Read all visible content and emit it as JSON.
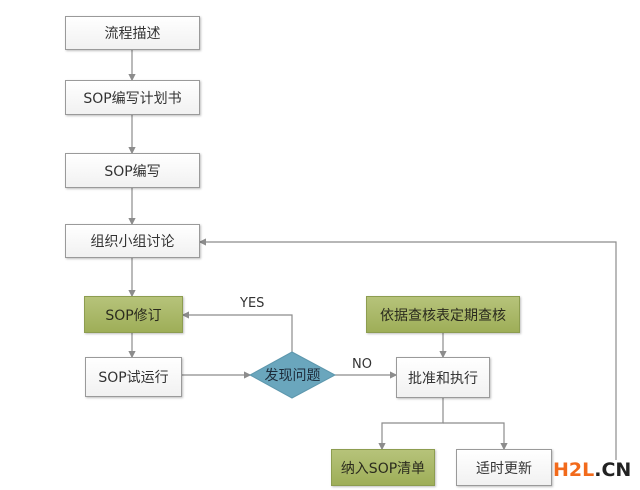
{
  "nodes": {
    "process_description": "流程描述",
    "sop_plan": "SOP编写计划书",
    "sop_writing": "SOP编写",
    "group_discussion": "组织小组讨论",
    "sop_revision": "SOP修订",
    "sop_trial": "SOP试运行",
    "find_problem": "发现问题",
    "periodic_audit": "依据查核表定期查核",
    "approve_execute": "批准和执行",
    "add_to_list": "纳入SOP清单",
    "timely_update": "适时更新"
  },
  "edge_labels": {
    "yes": "YES",
    "no": "NO"
  },
  "colors": {
    "green_fill": "#a8b765",
    "diamond_fill": "#6aa6bd",
    "line": "#8c8c8c"
  },
  "watermark": {
    "part1": "H2L",
    "part2": ".CN"
  }
}
